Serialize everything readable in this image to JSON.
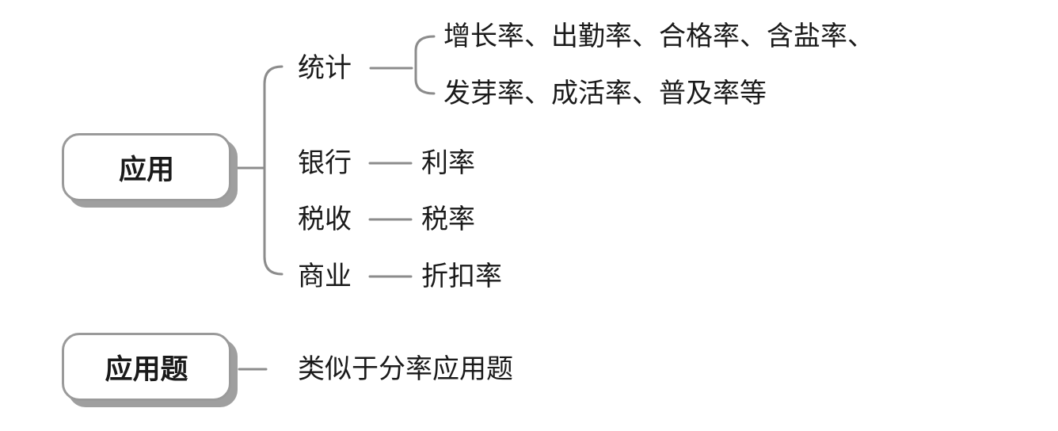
{
  "nodes": {
    "application": "应用",
    "word_problem": "应用题"
  },
  "branches": {
    "statistics": {
      "label": "统计",
      "items_line1": "增长率、出勤率、合格率、含盐率、",
      "items_line2": "发芽率、成活率、普及率等"
    },
    "bank": {
      "label": "银行",
      "item": "利率"
    },
    "tax": {
      "label": "税收",
      "item": "税率"
    },
    "commerce": {
      "label": "商业",
      "item": "折扣率"
    }
  },
  "word_problem_desc": "类似于分率应用题",
  "colors": {
    "line": "#8c8c8c",
    "box_border": "#9a9a9a",
    "box_shadow": "#9f9f9f",
    "text": "#1a1a1a"
  }
}
